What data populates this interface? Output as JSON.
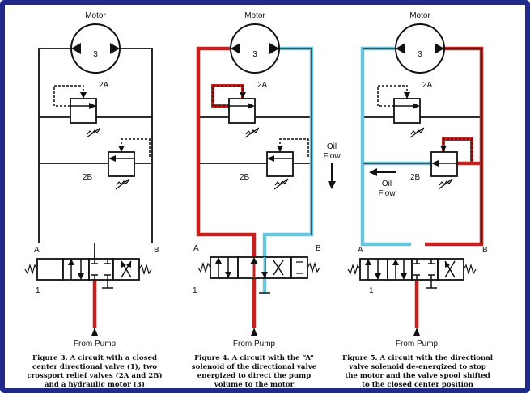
{
  "colors": {
    "pressure": "#c8201e",
    "return": "#67c7de",
    "line": "#111111",
    "border": "#1f2a8a"
  },
  "figures": [
    {
      "motor_label": "Motor",
      "motor_number": "3",
      "valve_top_label": "2A",
      "valve_bottom_label": "2B",
      "port_a": "A",
      "port_b": "B",
      "dcv_label": "1",
      "pump_label": "From Pump",
      "caption": [
        "Figure 3. A circuit with a closed",
        "center directional valve (1), two",
        "crossport relief valves (2A and 2B)",
        "and a hydraulic motor (3)"
      ]
    },
    {
      "motor_label": "Motor",
      "motor_number": "3",
      "valve_top_label": "2A",
      "valve_bottom_label": "2B",
      "port_a": "A",
      "port_b": "B",
      "dcv_label": "1",
      "pump_label": "From Pump",
      "flow_label": [
        "Oil",
        "Flow"
      ],
      "caption": [
        "Figure 4. A circuit with the “A”",
        "solenoid of the directional valve",
        "energized to direct the pump",
        "volume to the motor"
      ]
    },
    {
      "motor_label": "Motor",
      "motor_number": "3",
      "valve_top_label": "2A",
      "valve_bottom_label": "2B",
      "port_a": "A",
      "port_b": "B",
      "dcv_label": "1",
      "pump_label": "From Pump",
      "flow_label": [
        "Oil",
        "Flow"
      ],
      "caption": [
        "Figure 5. A circuit with the directional",
        "valve solenoid de-energized to stop",
        "the motor and the valve spool shifted",
        "to the closed center position"
      ]
    }
  ]
}
